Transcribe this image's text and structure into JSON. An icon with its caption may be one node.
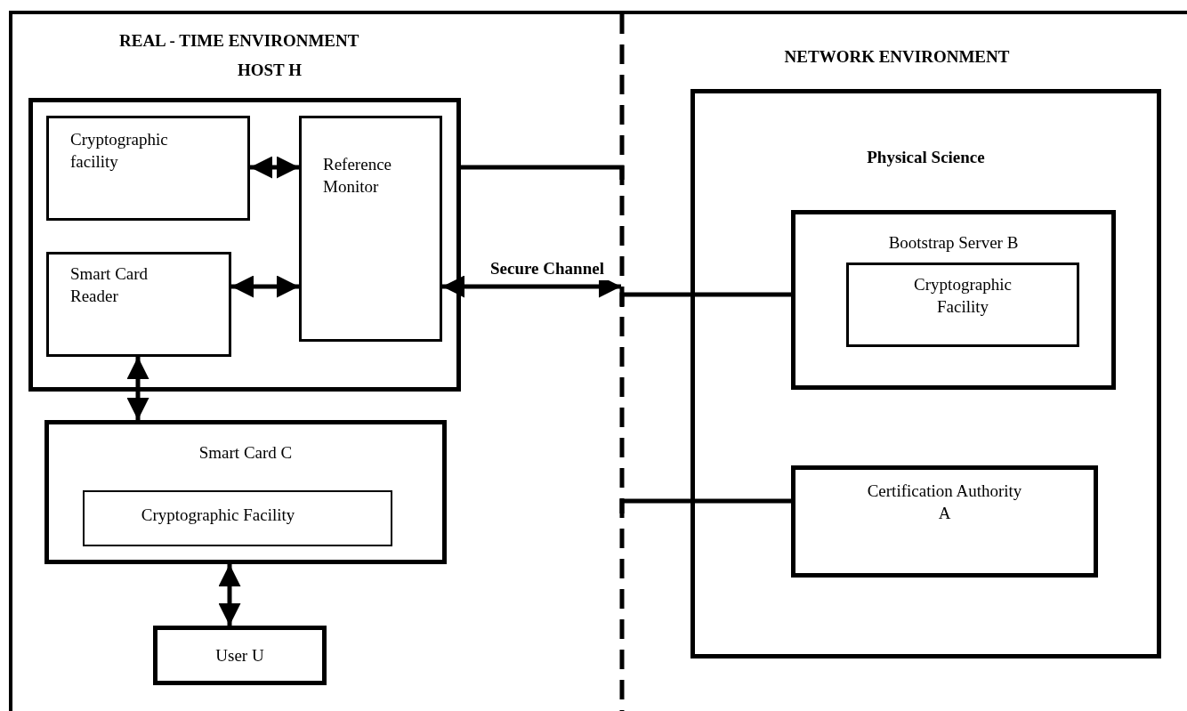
{
  "diagram": {
    "nodes": [
      {
        "text": [
          "REAL - TIME ENVIRONMENT"
        ]
      },
      {
        "text": [
          "HOST H"
        ],
        "in": 0
      },
      {
        "text": [
          "Cryptographic facility"
        ],
        "in": 1
      },
      {
        "text": [
          "Reference Monitor"
        ],
        "in": 1
      },
      {
        "text": [
          "Smart Card Reader"
        ],
        "in": 1
      },
      {
        "text": [
          "Smart Card C"
        ],
        "in": 0
      },
      {
        "text": [
          "Cryptographic Facility"
        ],
        "in": 5
      },
      {
        "text": [
          "User U"
        ],
        "in": 0
      },
      {
        "text": [
          "NETWORK ENVIRONMENT"
        ]
      },
      {
        "text": [
          "Physical Science"
        ],
        "in": 8
      },
      {
        "text": [
          "Bootstrap Server B"
        ],
        "in": 9
      },
      {
        "text": [
          "Cryptographic Facility"
        ],
        "in": 10
      },
      {
        "text": [
          "Certification Authority A"
        ],
        "in": 9
      }
    ],
    "edges": [
      {
        "from": 2,
        "to": 3,
        "arrow": "both"
      },
      {
        "from": 4,
        "to": 3,
        "arrow": "both"
      },
      {
        "from": 4,
        "to": 5,
        "arrow": "both"
      },
      {
        "from": 5,
        "to": 7,
        "arrow": "both"
      },
      {
        "from": 3,
        "to": 8,
        "arrow": "both",
        "label": "Secure Channel"
      },
      {
        "from": 1,
        "to": 8,
        "arrow": "none"
      },
      {
        "from": 8,
        "to": 10,
        "arrow": "none"
      },
      {
        "from": 8,
        "to": 12,
        "arrow": "none"
      }
    ]
  }
}
